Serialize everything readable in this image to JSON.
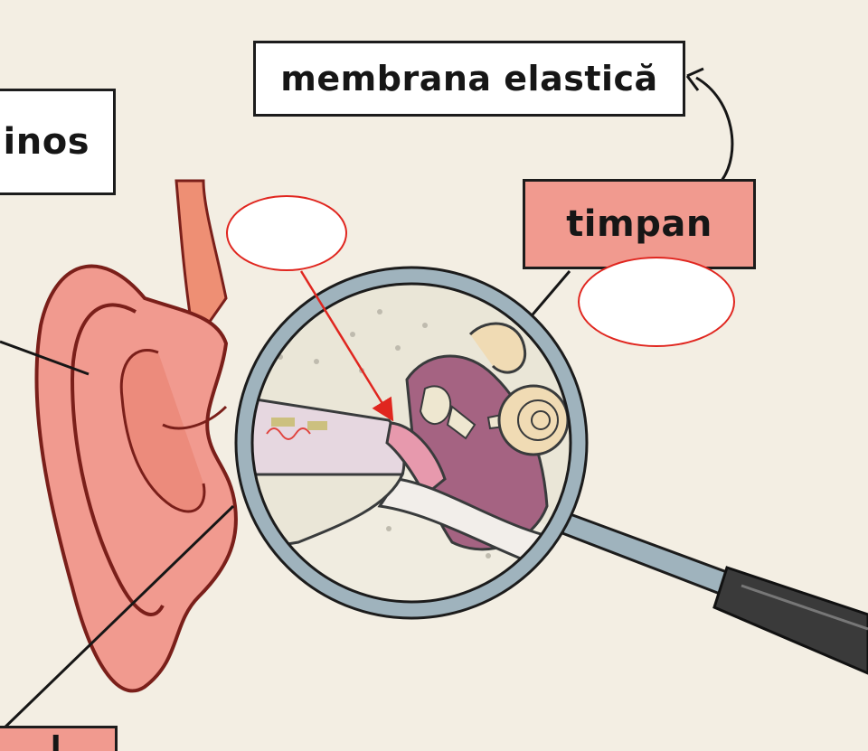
{
  "labels": {
    "membrana_elastica": "membrana elastică",
    "cartilaginos_partial": "ginos",
    "timpan": "timpan",
    "bottom_partial": "l"
  },
  "blank_answer_ovals": 2,
  "colors": {
    "background": "#f3eee3",
    "outline": "#1c1c1c",
    "pink_label": "#f19a8f",
    "ear_skin": "#f19a8f",
    "ear_dark": "#7a1f1a",
    "magnifier_rim": "#9fb3bd",
    "eardrum": "#e88aa0",
    "middle_ear_purple": "#9b4a6e",
    "bone": "#f0e6c9",
    "pointer_red": "#e0261f"
  },
  "icons": {
    "magnifier": "magnifying-glass-icon",
    "arrow": "curved-arrow-icon"
  }
}
